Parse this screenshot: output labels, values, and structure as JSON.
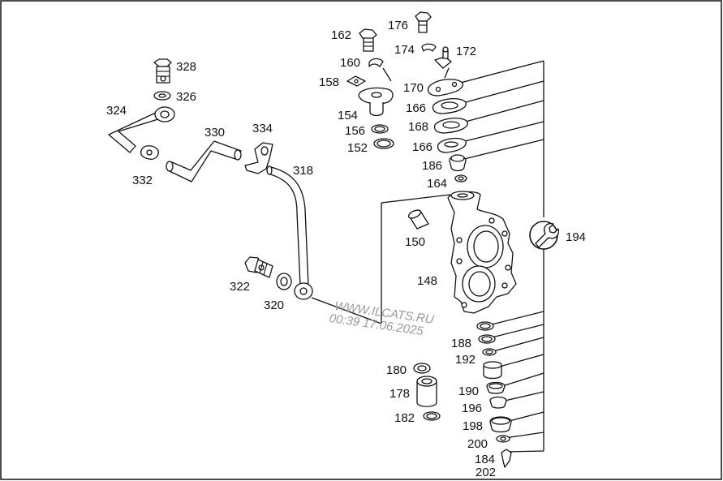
{
  "labels": {
    "p328": "328",
    "p326": "326",
    "p324": "324",
    "p332": "332",
    "p330": "330",
    "p334": "334",
    "p318": "318",
    "p322": "322",
    "p320": "320",
    "p162": "162",
    "p160": "160",
    "p158": "158",
    "p154": "154",
    "p156": "156",
    "p152": "152",
    "p176": "176",
    "p174": "174",
    "p172": "172",
    "p170": "170",
    "p166a": "166",
    "p168": "168",
    "p166b": "166",
    "p186": "186",
    "p164": "164",
    "p150": "150",
    "p148": "148",
    "p194": "194",
    "p188": "188",
    "p192": "192",
    "p190": "190",
    "p196": "196",
    "p198": "198",
    "p200": "200",
    "p184": "184",
    "p202": "202",
    "p180": "180",
    "p178": "178",
    "p182": "182"
  },
  "watermark": {
    "site": "WWW.ILCATS.RU",
    "timestamp": "00:39 17.06.2025"
  },
  "icons": {
    "group_symbol": "wrench-icon"
  }
}
